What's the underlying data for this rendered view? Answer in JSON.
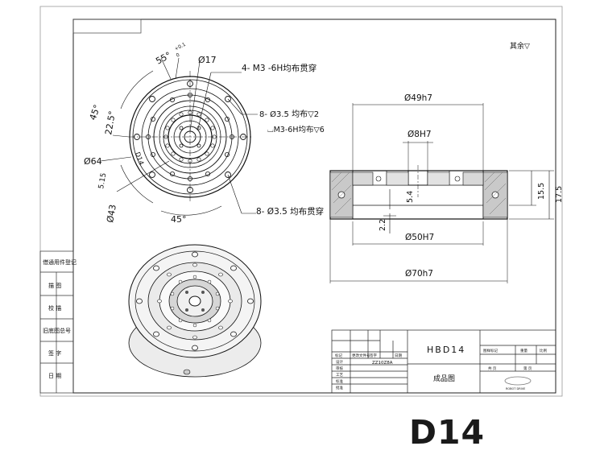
{
  "roughness_mark": "其余▽",
  "front_view": {
    "dim_55": "55°",
    "dim_55_tol_upper": "+0.1",
    "dim_55_tol_lower": "0",
    "dim_phi17": "Ø17",
    "note_m3": "4- M3 -6H均布贯穿",
    "dim_45_top": "45°",
    "dim_225": "22.5°",
    "note_phi35_top_line1": "8- Ø3.5 均布▽2",
    "note_phi35_top_line2": "⌴M3-6H均布▽6",
    "dim_phi64": "Ø64",
    "dim_515": "5.15",
    "dim_phi43": "Ø43",
    "dim_45_bottom": "45°",
    "note_phi35_bottom": "8- Ø3.5 均布贯穿",
    "ring_marking": "D14"
  },
  "section_view": {
    "dim_phi49": "Ø49h7",
    "dim_phi8": "Ø8H7",
    "dim_54": "5.4",
    "dim_155": "15.5",
    "dim_175": "17.5",
    "dim_22": "2.2",
    "dim_phi50": "Ø50H7",
    "dim_phi70": "Ø70h7"
  },
  "left_column": {
    "labels": [
      "借通用件登记",
      "描 图",
      "校 描",
      "旧底图总号",
      "签 字",
      "日 期"
    ]
  },
  "title_block": {
    "drawing_name": "HBD14",
    "drawing_number": "ZZ10Z8A",
    "product_type": "成品图",
    "left_headers": [
      "标记",
      "更改文件号",
      "签字",
      "日期"
    ],
    "left_rows": [
      "设计",
      "审核",
      "工艺",
      "标准",
      "批准"
    ],
    "right_headers": [
      "图样标记",
      "重量",
      "比例"
    ],
    "right_sheet": [
      "共 页",
      "第 页"
    ],
    "company": "ROBOT DRIVE"
  },
  "caption": "D14"
}
